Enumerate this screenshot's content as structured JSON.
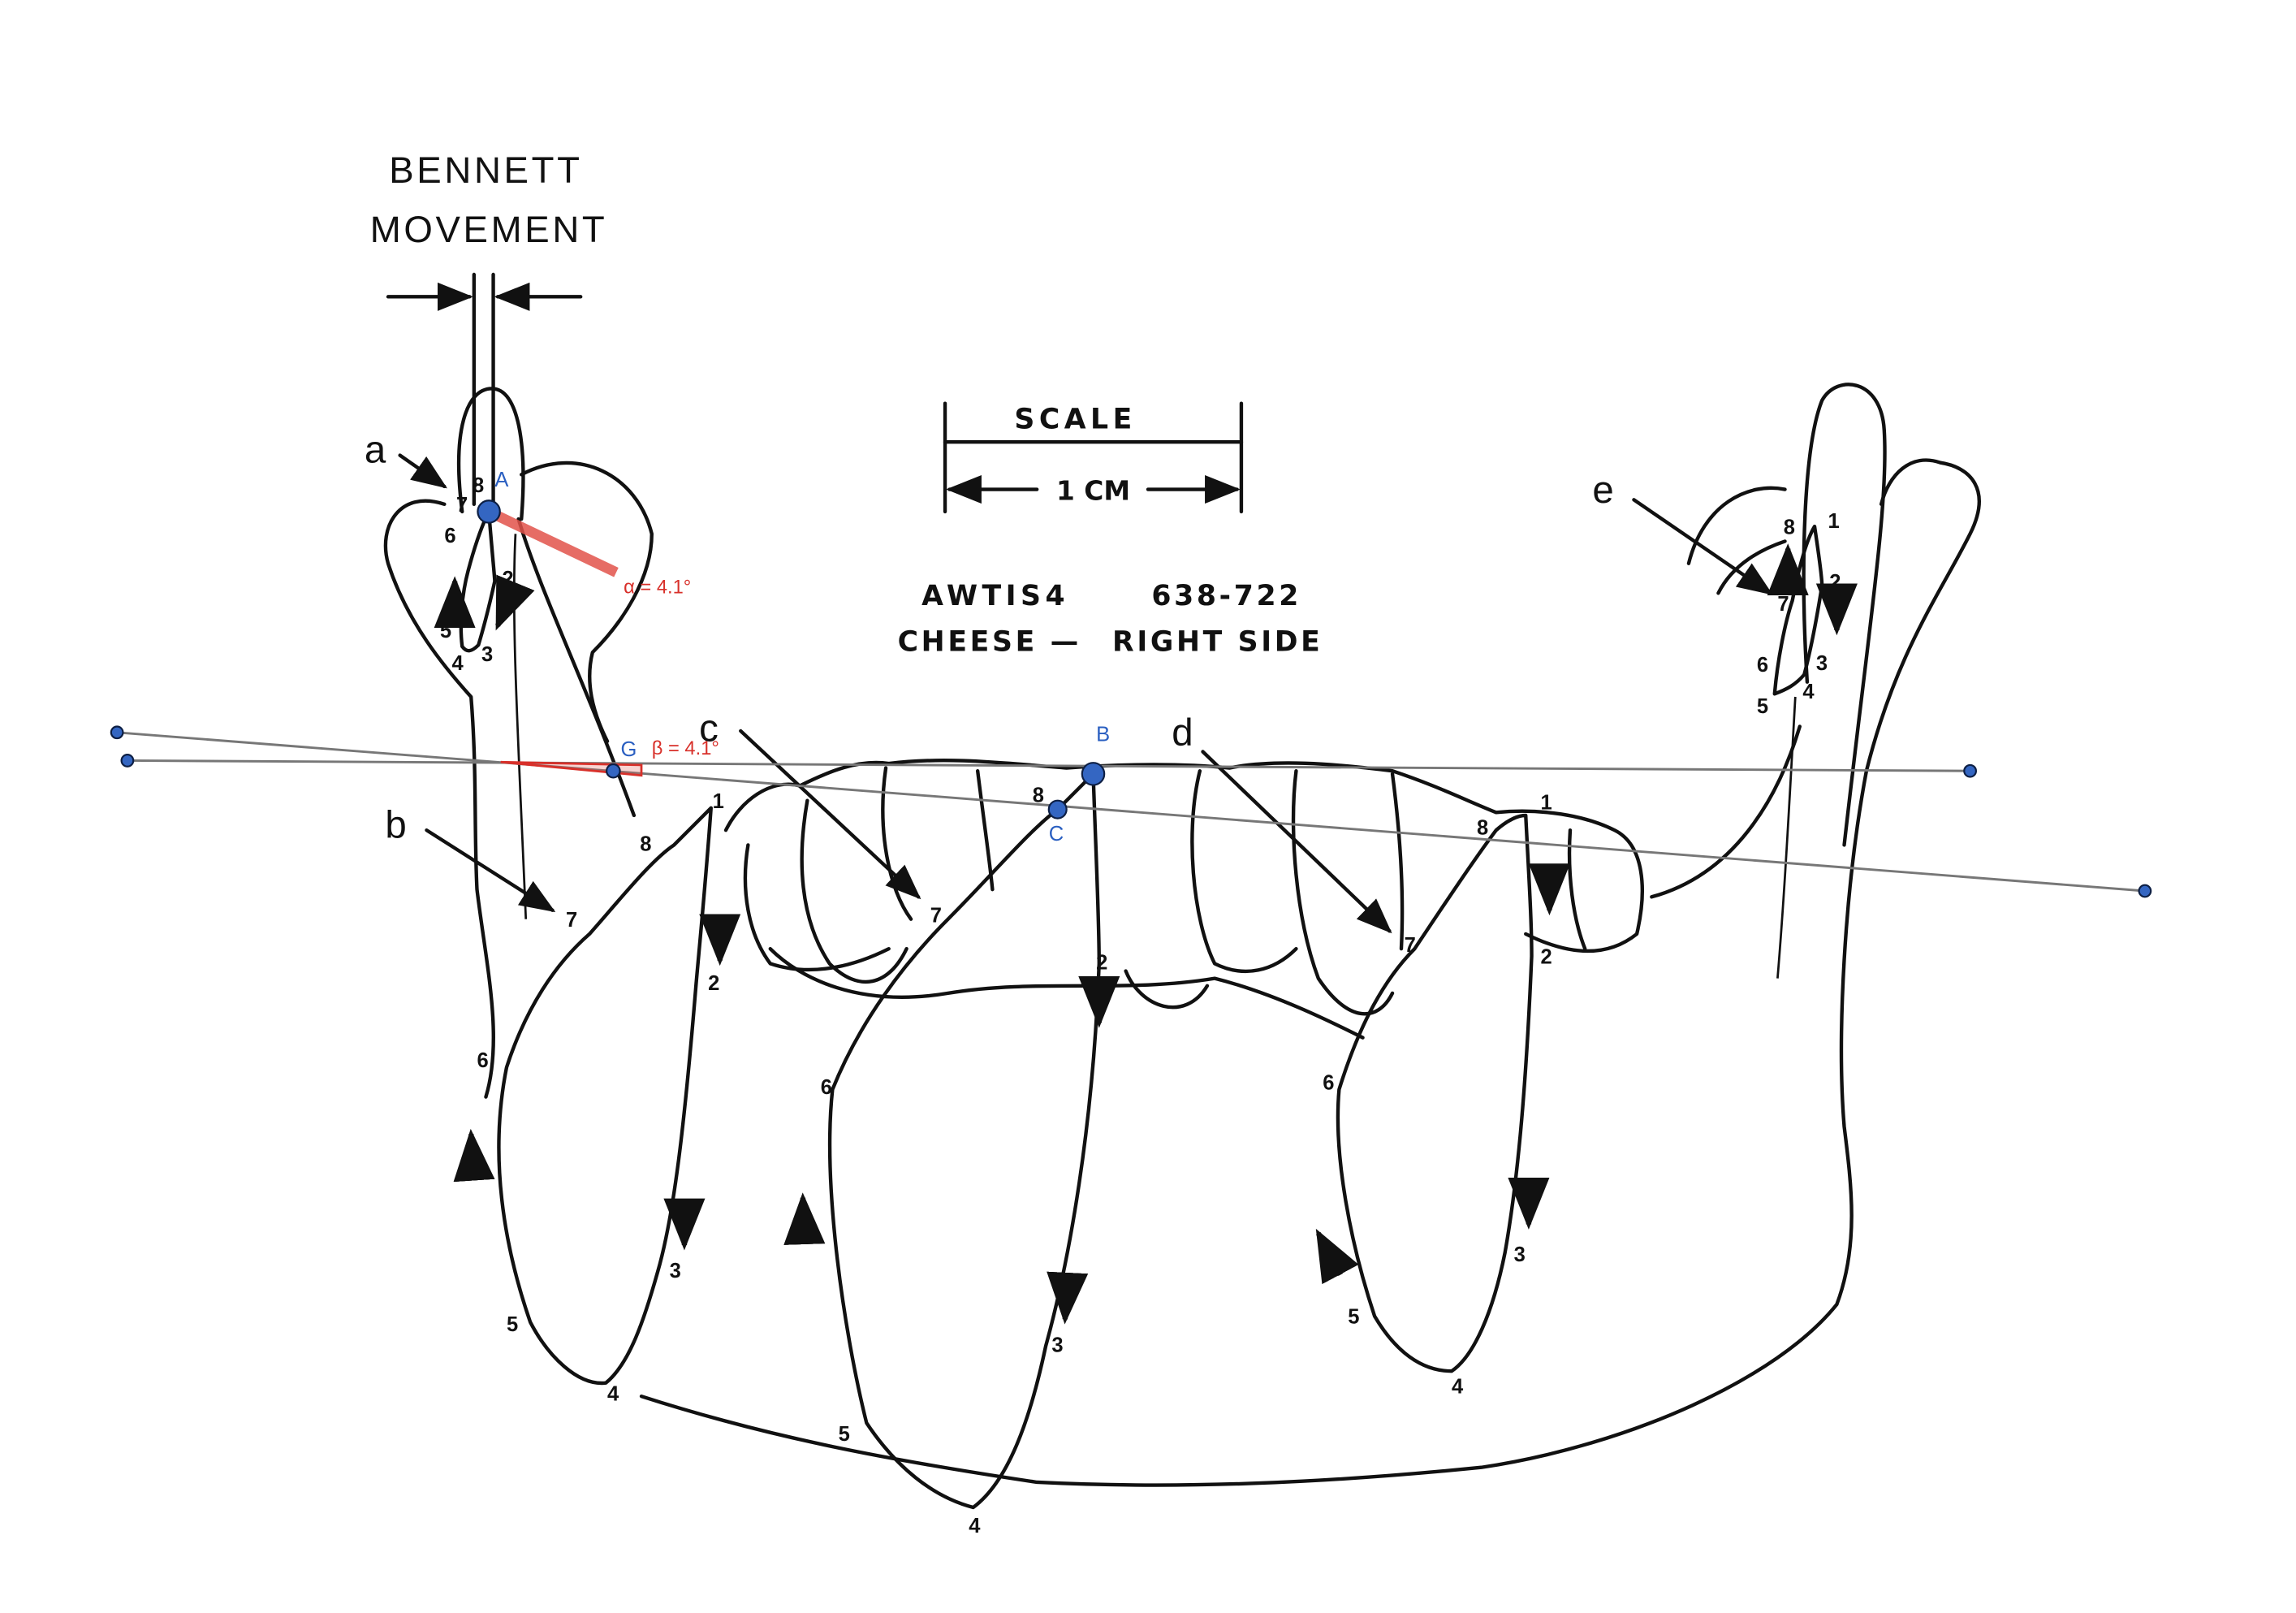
{
  "header": {
    "line1": "BENNETT",
    "line2": "MOVEMENT"
  },
  "scale": {
    "title": "SCALE",
    "unit": "1 CM"
  },
  "caption": {
    "id": "AWTIS4",
    "range": "638-722",
    "subject": "CHEESE —",
    "side": "RIGHT SIDE"
  },
  "letters": {
    "a": "a",
    "b": "b",
    "c": "c",
    "d": "d",
    "e": "e"
  },
  "points": {
    "A": "A",
    "B": "B",
    "C": "C",
    "G": "G"
  },
  "angles": {
    "alpha": "α = 4.1°",
    "beta": "β = 4.1°"
  },
  "colors": {
    "point": "#3466c2",
    "angle": "#d8302a",
    "construction_line": "#777777"
  },
  "tracing_numbers": [
    "1",
    "2",
    "3",
    "4",
    "5",
    "6",
    "7",
    "8"
  ]
}
